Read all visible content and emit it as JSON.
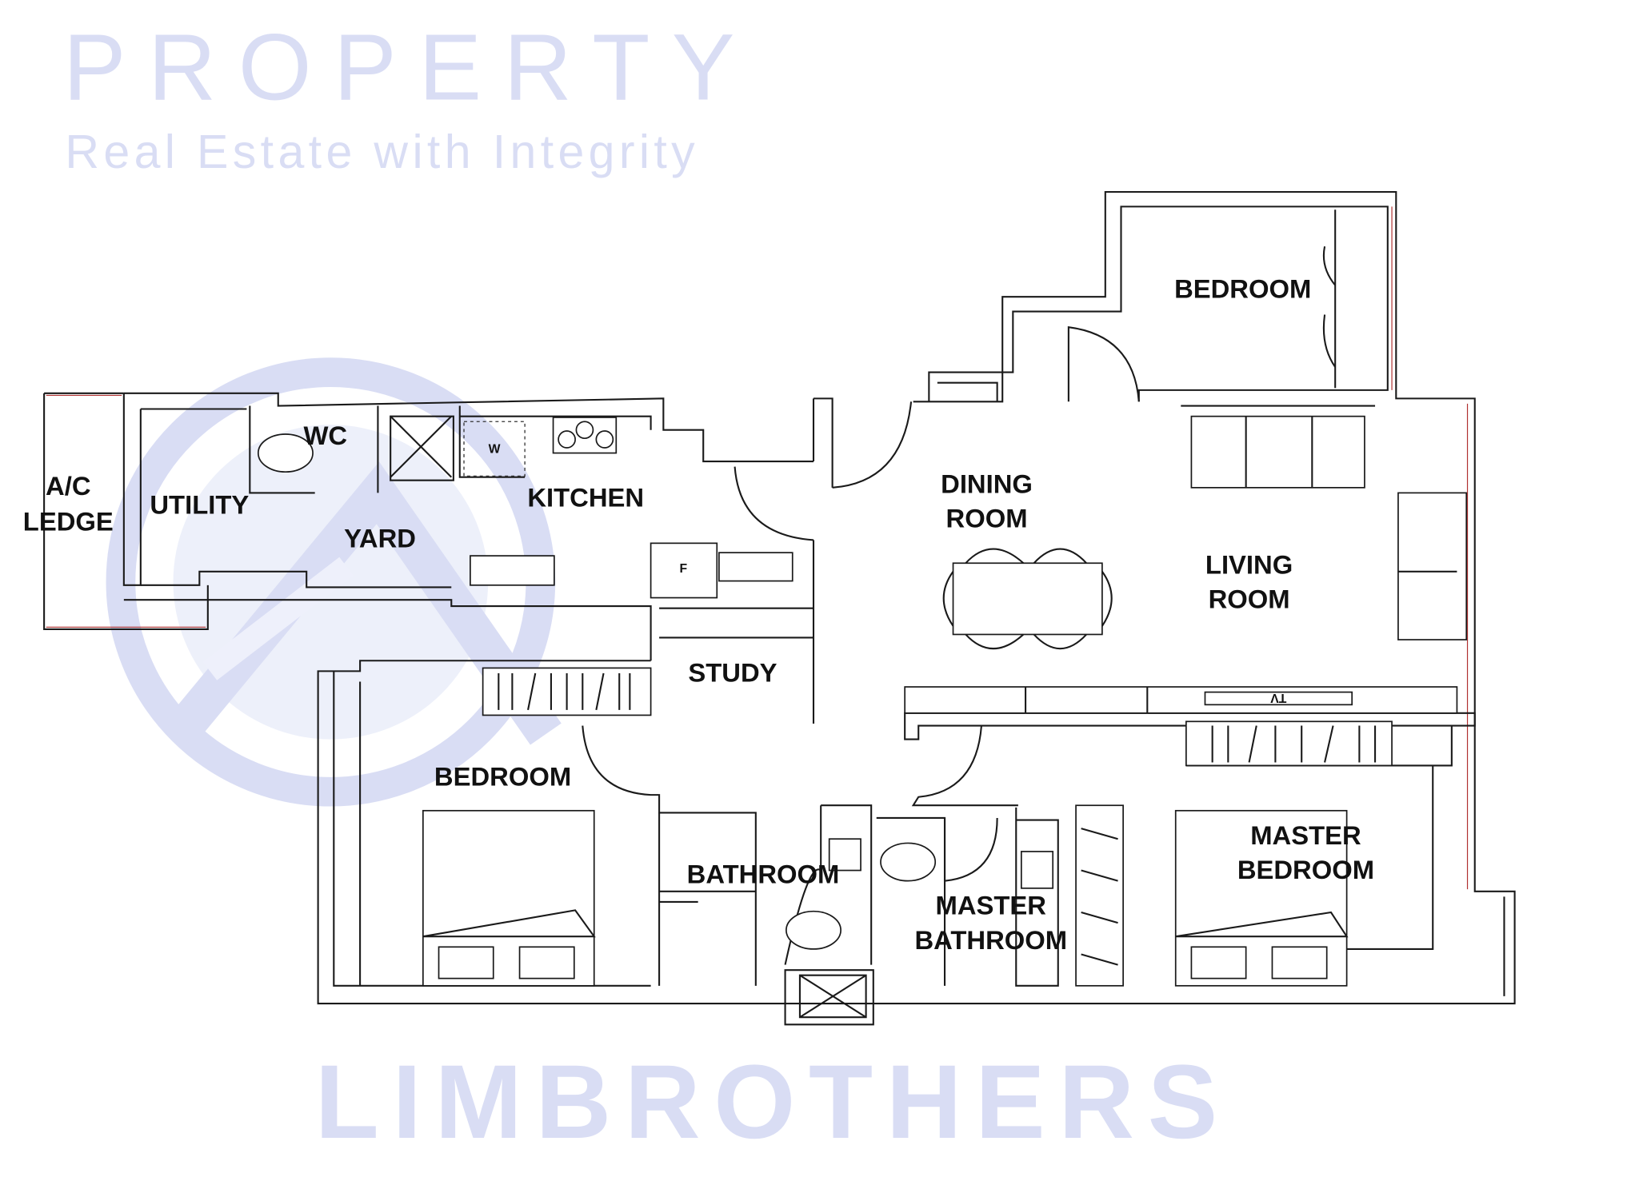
{
  "rooms": {
    "ac_ledge": [
      "A/C",
      "LEDGE"
    ],
    "utility": "UTILITY",
    "wc": "WC",
    "yard": "YARD",
    "kitchen": "KITCHEN",
    "dining": [
      "DINING",
      "ROOM"
    ],
    "living": [
      "LIVING",
      "ROOM"
    ],
    "bedroom_top": "BEDROOM",
    "study": "STUDY",
    "bedroom_left": "BEDROOM",
    "bathroom": "BATHROOM",
    "master_bathroom": [
      "MASTER",
      "BATHROOM"
    ],
    "master_bedroom": [
      "MASTER",
      "BEDROOM"
    ]
  },
  "fixtures": {
    "washer": "W",
    "fridge": "F",
    "tv": "TV"
  },
  "watermark": {
    "line1": "PROPERTY",
    "line2": "LIMBROTHERS",
    "tagline": "Real Estate with Integrity",
    "color": "#d9ddf4"
  },
  "colors": {
    "wall": "#1a1a1a",
    "accent_line": "#b03030"
  }
}
